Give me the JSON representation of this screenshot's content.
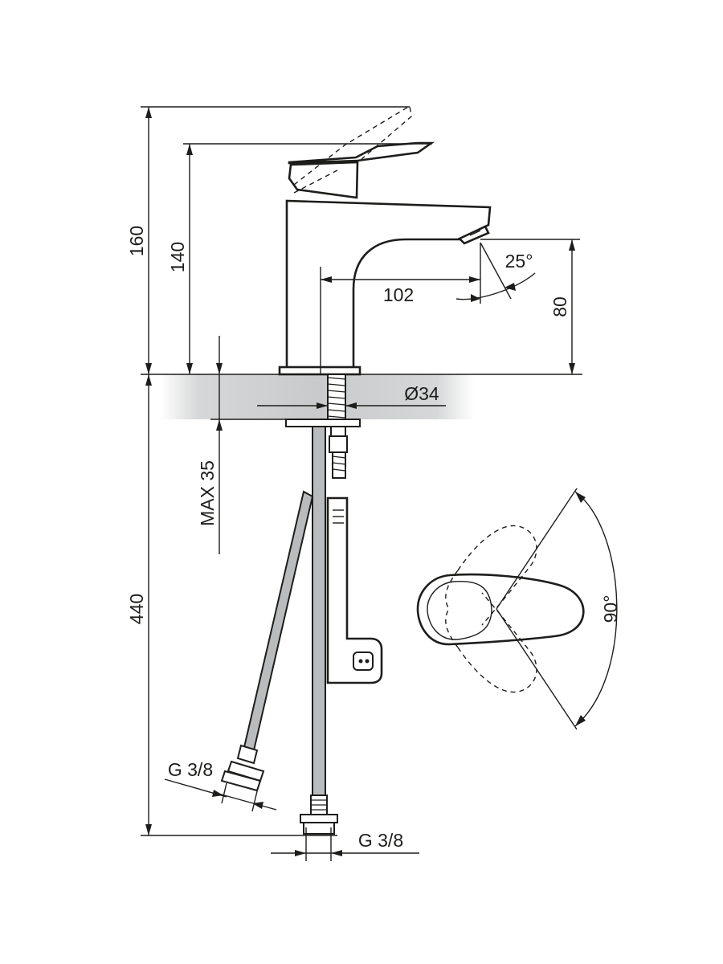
{
  "dimensions": {
    "total_height": "160",
    "lever_height": "140",
    "spout_reach": "102",
    "spout_angle": "25°",
    "spout_height": "80",
    "mount_diameter": "Ø34",
    "max_deck_thickness": "MAX 35",
    "hose_length": "440",
    "hose_thread_left": "G 3/8",
    "hose_thread_bottom": "G 3/8",
    "lever_rotation": "90°"
  },
  "colors": {
    "line": "#1d1d1b",
    "countertop_shade": "#d4d5d6",
    "hose_fill": "#b9bbbd"
  }
}
